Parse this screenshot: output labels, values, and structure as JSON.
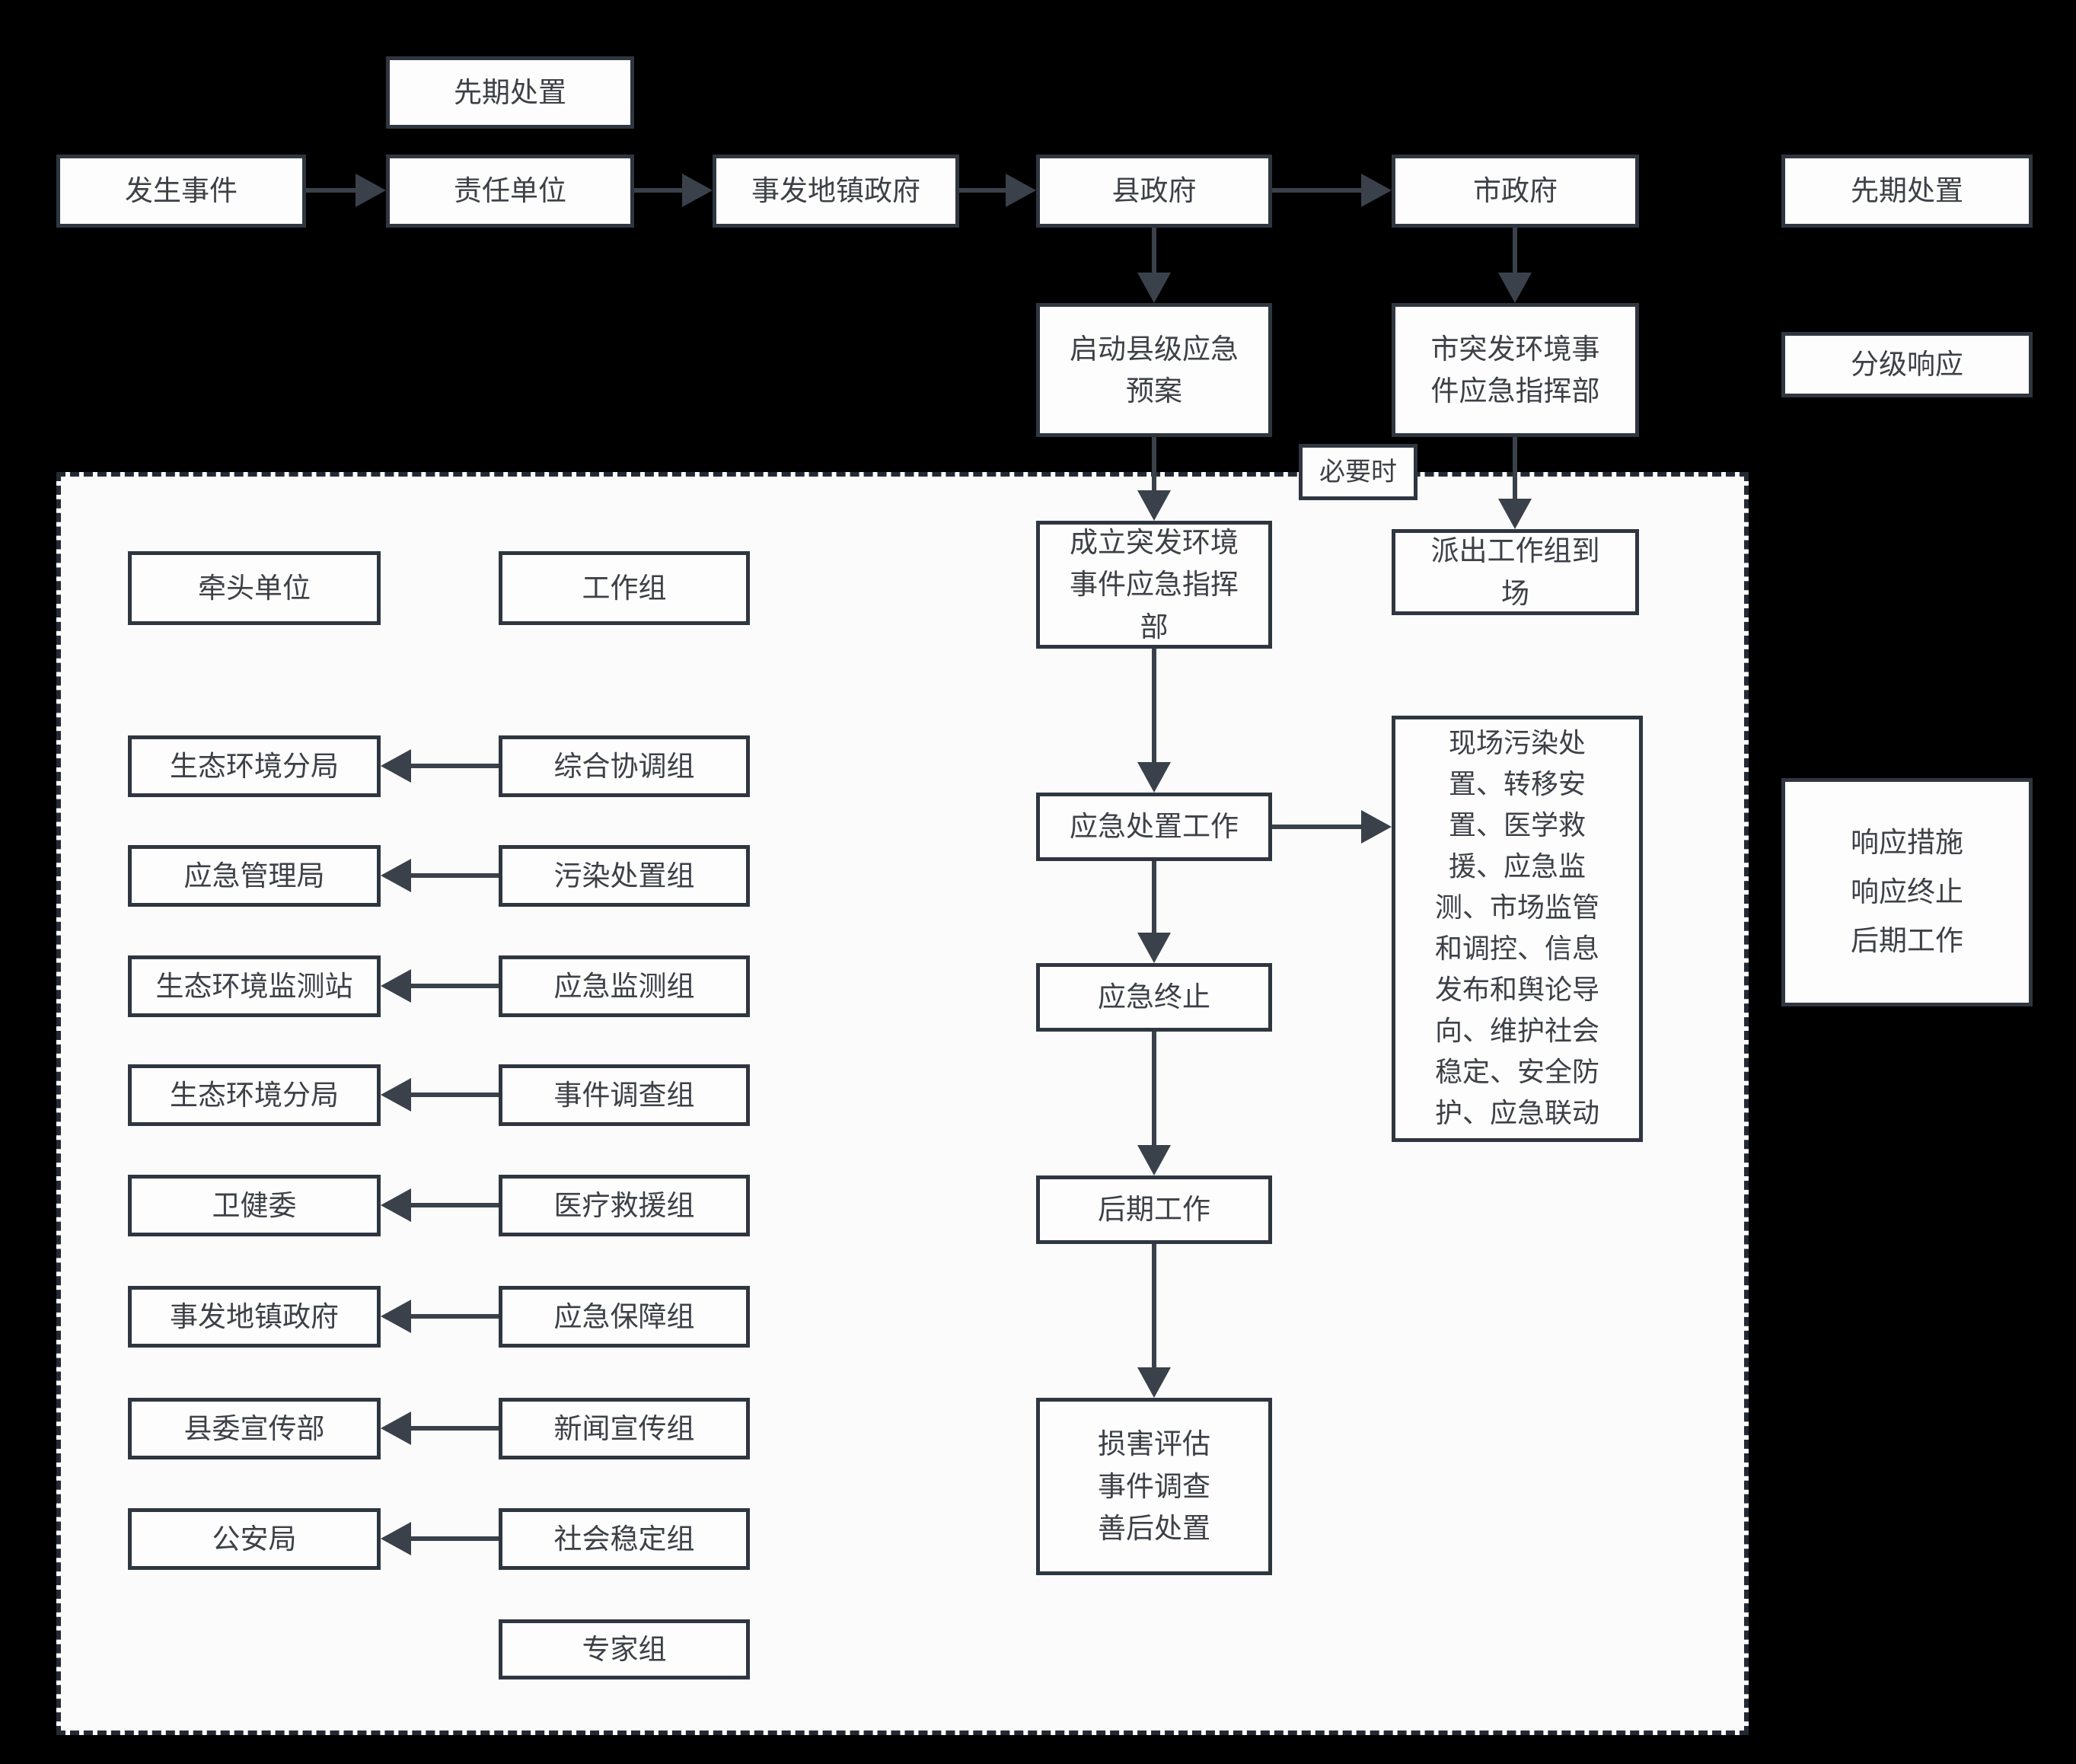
{
  "colors": {
    "background": "#000000",
    "box_fill": "#fdfdfd",
    "box_border": "#2f3640",
    "text": "#3d4147",
    "arrow": "#3a414b",
    "container_fill": "#fbfbfb",
    "container_border": "#232a33"
  },
  "nodes": {
    "pre_disposal_top": {
      "label": "先期处置"
    },
    "incident": {
      "label": "发生事件"
    },
    "responsible_unit": {
      "label": "责任单位"
    },
    "town_gov": {
      "label": "事发地镇政府"
    },
    "county_gov": {
      "label": "县政府"
    },
    "city_gov": {
      "label": "市政府"
    },
    "pre_disposal_right": {
      "label": "先期处置"
    },
    "launch_county_plan": {
      "label": "启动县级应急\n预案"
    },
    "city_hq": {
      "label": "市突发环境事\n件应急指挥部"
    },
    "graded_response": {
      "label": "分级响应"
    },
    "when_necessary": {
      "label": "必要时"
    },
    "establish_hq": {
      "label": "成立突发环境\n事件应急指挥\n部"
    },
    "dispatch_group": {
      "label": "派出工作组到\n场"
    },
    "lead_unit_header": {
      "label": "牵头单位"
    },
    "work_group_header": {
      "label": "工作组"
    },
    "response_work": {
      "label": "应急处置工作"
    },
    "response_end": {
      "label": "应急终止"
    },
    "later_work": {
      "label": "后期工作"
    },
    "assessment": {
      "label": "损害评估\n事件调查\n善后处置"
    },
    "measures_detail": {
      "label": "现场污染处\n置、转移安\n置、医学救\n援、应急监\n测、市场监管\n和调控、信息\n发布和舆论导\n向、维护社会\n稳定、安全防\n护、应急联动"
    },
    "response_summary": {
      "label": "响应措施\n响应终止\n后期工作"
    },
    "expert_group": {
      "label": "专家组"
    }
  },
  "pairs": [
    {
      "lead": "生态环境分局",
      "group": "综合协调组"
    },
    {
      "lead": "应急管理局",
      "group": "污染处置组"
    },
    {
      "lead": "生态环境监测站",
      "group": "应急监测组"
    },
    {
      "lead": "生态环境分局",
      "group": "事件调查组"
    },
    {
      "lead": "卫健委",
      "group": "医疗救援组"
    },
    {
      "lead": "事发地镇政府",
      "group": "应急保障组"
    },
    {
      "lead": "县委宣传部",
      "group": "新闻宣传组"
    },
    {
      "lead": "公安局",
      "group": "社会稳定组"
    }
  ]
}
